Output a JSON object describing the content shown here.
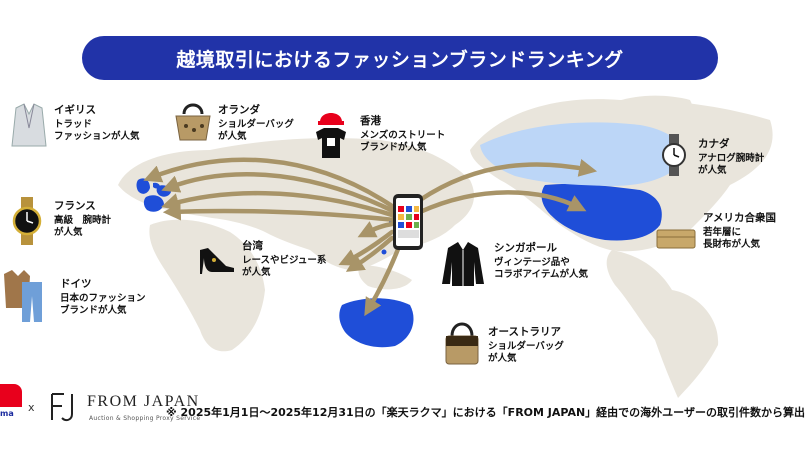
{
  "title": "越境取引におけるファッションブランドランキング",
  "colors": {
    "title_bg": "#2133a8",
    "map_land": "#e9e5dc",
    "highlight_blue": "#1f4ed8",
    "canada_blue": "#bcd6f7",
    "arrow": "#a89468"
  },
  "markets": [
    {
      "country": "イギリス",
      "description": "トラッド\nファッションが人気",
      "icon": "suit-jacket-icon"
    },
    {
      "country": "オランダ",
      "description": "ショルダーバッグ\nが人気",
      "icon": "monogram-handbag-icon"
    },
    {
      "country": "香港",
      "description": "メンズのストリート\nブランドが人気",
      "icon": "cap-and-tshirt-icon"
    },
    {
      "country": "カナダ",
      "description": "アナログ腕時計\nが人気",
      "icon": "analog-watch-icon"
    },
    {
      "country": "フランス",
      "description": "高級　腕時計\nが人気",
      "icon": "luxury-watch-icon"
    },
    {
      "country": "台湾",
      "description": "レースやビジュー系\nが人気",
      "icon": "high-heel-shoe-icon"
    },
    {
      "country": "シンガポール",
      "description": "ヴィンテージ品や\nコラボアイテムが人気",
      "icon": "vintage-jacket-icon"
    },
    {
      "country": "アメリカ合衆国",
      "description": "若年層に\n長財布が人気",
      "icon": "long-wallet-icon"
    },
    {
      "country": "ドイツ",
      "description": "日本のファッション\nブランドが人気",
      "icon": "jacket-and-jeans-icon"
    },
    {
      "country": "オーストラリア",
      "description": "ショルダーバッグ\nが人気",
      "icon": "shoulder-bag-icon"
    }
  ],
  "footer": {
    "rakuma_logo_text": "ma",
    "times": "x",
    "fromjapan_name": "FROM JAPAN",
    "fromjapan_tagline": "Auction & Shopping Proxy Service",
    "note": "※ 2025年1月1日〜2025年12月31日の「楽天ラクマ」における「FROM JAPAN」経由での海外ユーザーの取引件数から算出"
  }
}
